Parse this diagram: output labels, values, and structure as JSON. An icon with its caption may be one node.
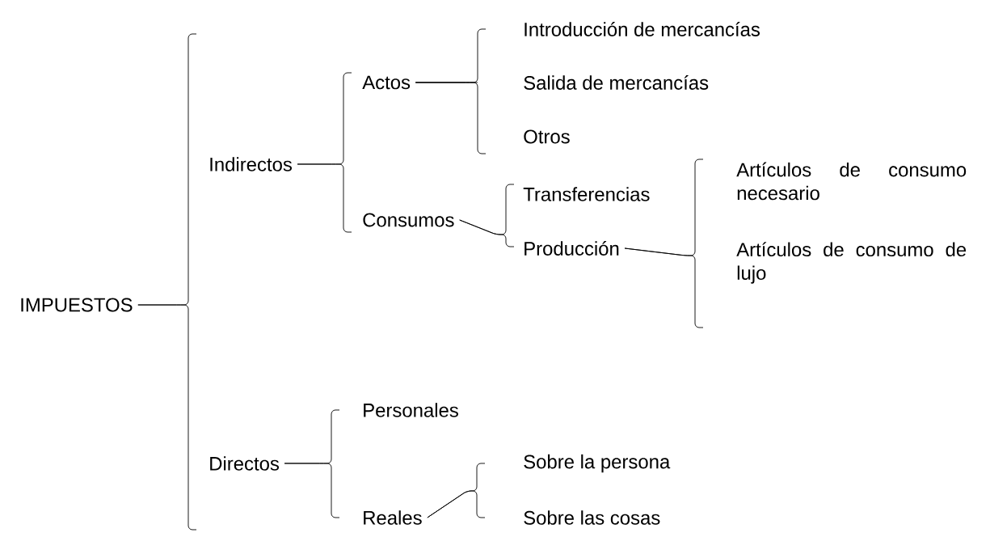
{
  "diagram": {
    "nodes": [
      {
        "text": [
          "IMPUESTOS"
        ]
      },
      {
        "text": [
          "Indirectos"
        ]
      },
      {
        "text": [
          "Actos"
        ]
      },
      {
        "text": [
          "Introducción de mercancías"
        ]
      },
      {
        "text": [
          "Salida de mercancías"
        ]
      },
      {
        "text": [
          "Otros"
        ]
      },
      {
        "text": [
          "Consumos"
        ]
      },
      {
        "text": [
          "Transferencias"
        ]
      },
      {
        "text": [
          "Producción"
        ]
      },
      {
        "text": [
          "Artículos de consumo necesario"
        ]
      },
      {
        "text": [
          "Artículos de consumo de lujo"
        ]
      },
      {
        "text": [
          "Directos"
        ]
      },
      {
        "text": [
          "Personales"
        ]
      },
      {
        "text": [
          "Reales"
        ]
      },
      {
        "text": [
          "Sobre la persona"
        ]
      },
      {
        "text": [
          "Sobre las cosas"
        ]
      }
    ],
    "edges": [
      {
        "from": 0,
        "to": 1,
        "arrow": "none"
      },
      {
        "from": 0,
        "to": 11,
        "arrow": "none"
      },
      {
        "from": 1,
        "to": 2,
        "arrow": "none"
      },
      {
        "from": 1,
        "to": 6,
        "arrow": "none"
      },
      {
        "from": 2,
        "to": 3,
        "arrow": "none"
      },
      {
        "from": 2,
        "to": 4,
        "arrow": "none"
      },
      {
        "from": 2,
        "to": 5,
        "arrow": "none"
      },
      {
        "from": 6,
        "to": 7,
        "arrow": "none"
      },
      {
        "from": 6,
        "to": 8,
        "arrow": "none"
      },
      {
        "from": 8,
        "to": 9,
        "arrow": "none"
      },
      {
        "from": 8,
        "to": 10,
        "arrow": "none"
      },
      {
        "from": 11,
        "to": 12,
        "arrow": "none"
      },
      {
        "from": 11,
        "to": 13,
        "arrow": "none"
      },
      {
        "from": 13,
        "to": 14,
        "arrow": "none"
      },
      {
        "from": 13,
        "to": 15,
        "arrow": "none"
      }
    ]
  }
}
